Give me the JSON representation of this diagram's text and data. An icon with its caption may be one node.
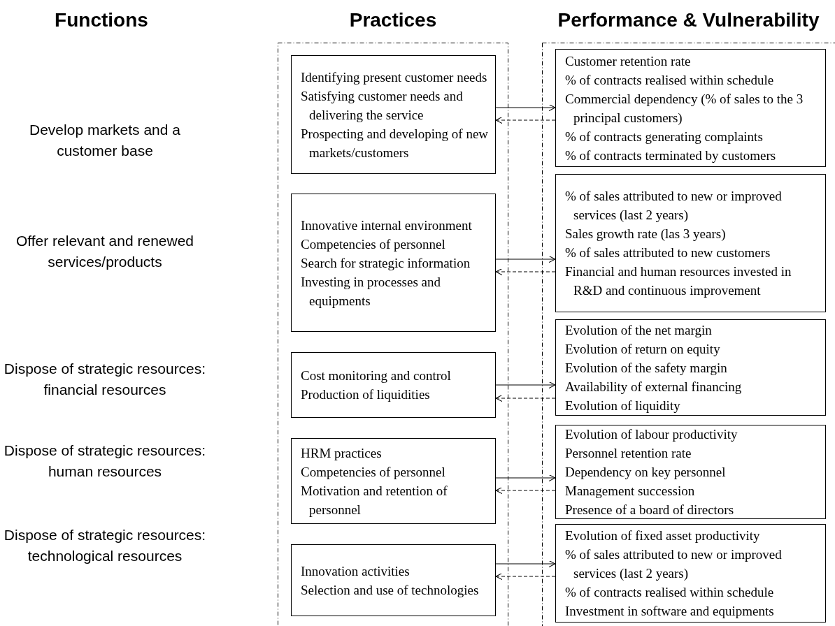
{
  "diagram": {
    "nodes": [
      {
        "text": [
          "Practices"
        ]
      },
      {
        "text": [
          "Identifying present customer needs",
          "Satisfying customer needs and delivering the service",
          "Prospecting and developing of new markets/customers"
        ],
        "in": 0
      },
      {
        "text": [
          "Innovative internal environment",
          "Competencies of personnel",
          "Search for strategic information",
          "Investing in processes and equipments"
        ],
        "in": 0
      },
      {
        "text": [
          "Cost monitoring and control",
          "Production of liquidities"
        ],
        "in": 0
      },
      {
        "text": [
          "HRM practices",
          "Competencies of personnel",
          "Motivation and retention of personnel"
        ],
        "in": 0
      },
      {
        "text": [
          "Innovation activities",
          "Selection and use of technologies"
        ],
        "in": 0
      },
      {
        "text": [
          "Performance & Vulnerability"
        ]
      },
      {
        "text": [
          "Customer retention rate",
          "% of contracts realised within schedule",
          "Commercial dependency (% of sales to the 3 principal customers)",
          "% of contracts generating complaints",
          "% of contracts terminated by customers"
        ],
        "in": 6
      },
      {
        "text": [
          "% of sales attributed to new or improved services (last 2 years)",
          "Sales growth rate (las 3 years)",
          "% of sales attributed to new customers",
          "Financial and human resources invested in R&D and continuous improvement"
        ],
        "in": 6
      },
      {
        "text": [
          "Evolution of the net margin",
          "Evolution of return on equity",
          "Evolution of the safety margin",
          "Availability of external financing",
          "Evolution of liquidity"
        ],
        "in": 6
      },
      {
        "text": [
          "Evolution of labour productivity",
          "Personnel retention rate",
          "Dependency on key personnel",
          "Management succession",
          "Presence of a board of directors"
        ],
        "in": 6
      },
      {
        "text": [
          "Evolution of fixed asset productivity",
          "% of sales attributed to new or improved services (last 2 years)",
          "% of contracts realised within schedule",
          "Investment in software and equipments"
        ],
        "in": 6
      }
    ],
    "edges": [
      {
        "from": 1,
        "to": 7,
        "arrow": "to"
      },
      {
        "from": 7,
        "to": 1,
        "arrow": "to",
        "style": "dashed"
      },
      {
        "from": 2,
        "to": 8,
        "arrow": "to"
      },
      {
        "from": 8,
        "to": 2,
        "arrow": "to",
        "style": "dashed"
      },
      {
        "from": 3,
        "to": 9,
        "arrow": "to"
      },
      {
        "from": 9,
        "to": 3,
        "arrow": "to",
        "style": "dashed"
      },
      {
        "from": 4,
        "to": 10,
        "arrow": "to"
      },
      {
        "from": 10,
        "to": 4,
        "arrow": "to",
        "style": "dashed"
      },
      {
        "from": 5,
        "to": 11,
        "arrow": "to"
      },
      {
        "from": 11,
        "to": 5,
        "arrow": "to",
        "style": "dashed"
      }
    ],
    "labels": [
      "Functions",
      "Develop markets and a customer base",
      "Offer relevant and renewed services/products",
      "Dispose of strategic resources: financial resources",
      "Dispose of strategic resources: human resources",
      "Dispose of strategic resources: technological resources"
    ]
  }
}
